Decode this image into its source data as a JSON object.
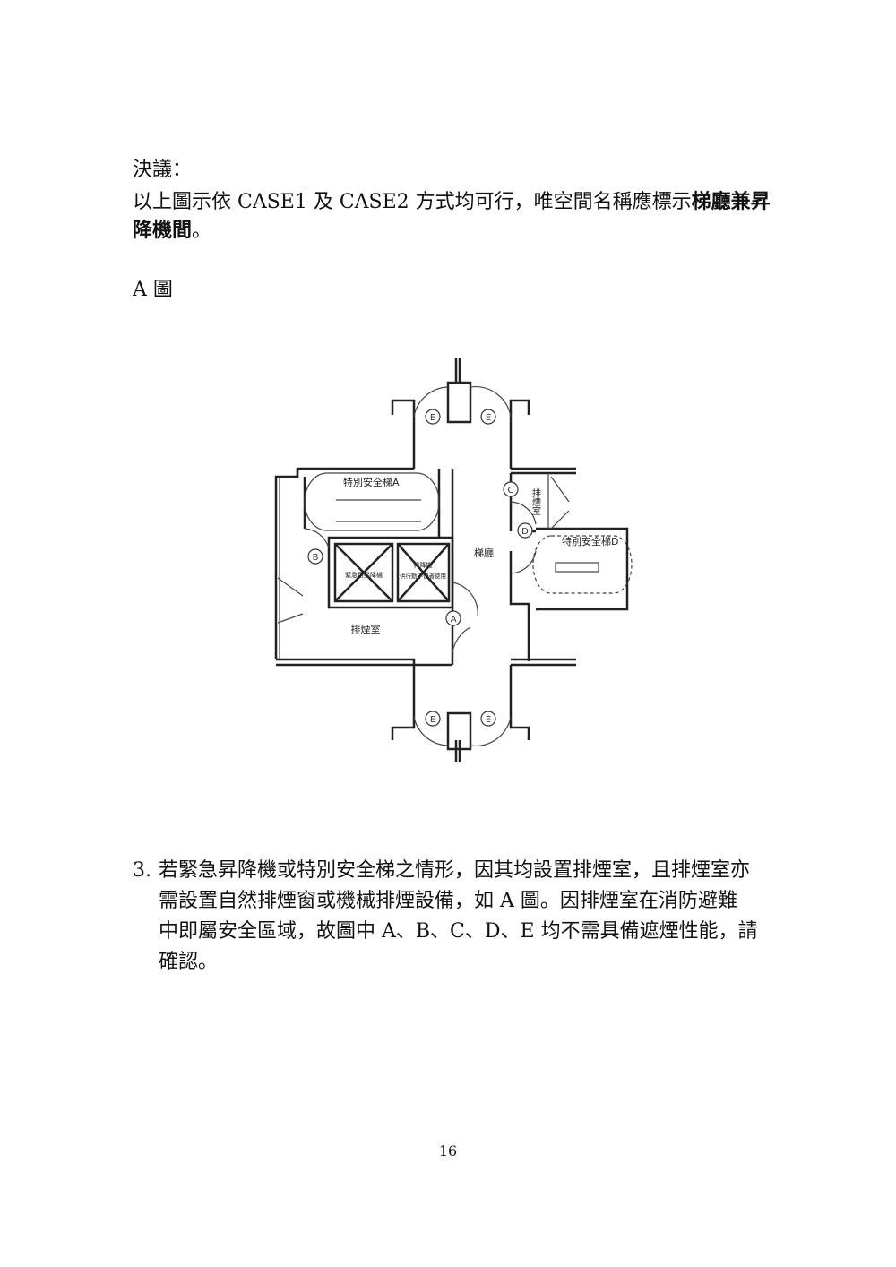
{
  "resolution": {
    "heading": "決議：",
    "line1_prefix": "以上圖示依 CASE1 及 CASE2 方式均可行，唯空間名稱應標示",
    "line1_bold": "梯廳兼昇",
    "line2_bold": "降機間",
    "line2_suffix": "。"
  },
  "figure_caption": "A 圖",
  "plan": {
    "stair_a": "特別安全梯A",
    "stair_d": "特別安全梯D",
    "elevator_1": "緊急用昇降機",
    "elevator_2_line1": "昇降機",
    "elevator_2_line2": "供行動不便者使用",
    "lobby": "梯廳",
    "smoke_room": "排煙室",
    "smoke_room_right": "排煙室",
    "marker_a": "A",
    "marker_b": "B",
    "marker_c": "C",
    "marker_d": "D",
    "marker_e": "E"
  },
  "item3": {
    "number": "3.",
    "lines": [
      "若緊急昇降機或特別安全梯之情形，因其均設置排煙室，且排煙室亦",
      "需設置自然排煙窗或機械排煙設備，如 A 圖。因排煙室在消防避難",
      "中即屬安全區域，故圖中 A、B、C、D、E 均不需具備遮煙性能，請",
      "確認。"
    ]
  },
  "page_number": "16"
}
